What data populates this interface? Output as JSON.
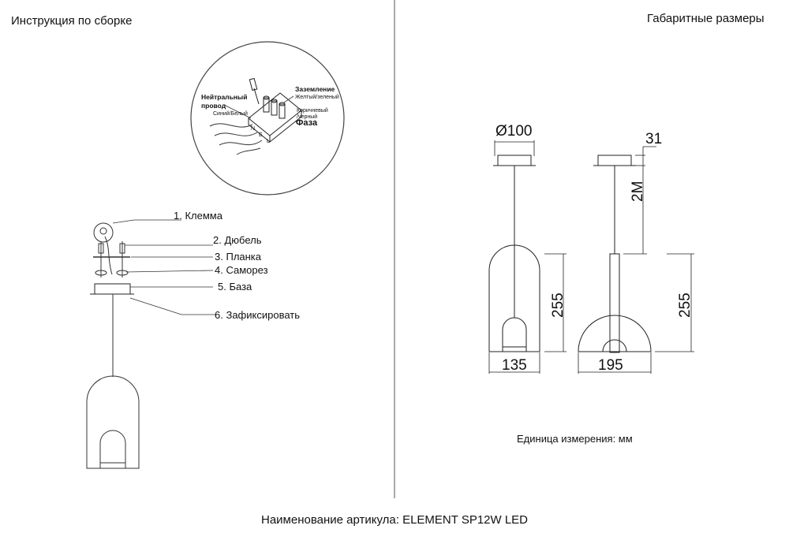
{
  "header": {
    "left_title": "Инструкция по сборке",
    "right_title": "Габаритные размеры"
  },
  "wiring_detail": {
    "neutral_label": "Нейтральный провод",
    "ground_label": "Заземление",
    "ground_colors": "Желтый/зеленый",
    "neutral_colors": "Синий/Белый",
    "phase_colors": "Коричневый /черный",
    "phase_label": "Фаза",
    "letters": [
      "N",
      "E",
      "L"
    ]
  },
  "parts": [
    {
      "num": "1",
      "label": "Клемма"
    },
    {
      "num": "2",
      "label": "Дюбель"
    },
    {
      "num": "3",
      "label": "Планка"
    },
    {
      "num": "4",
      "label": "Саморез"
    },
    {
      "num": "5",
      "label": "База"
    },
    {
      "num": "6",
      "label": "Зафиксировать"
    }
  ],
  "dimensions": {
    "canopy_diameter": "Ø100",
    "canopy_height": "31",
    "cable_length": "2M",
    "shade_height_front": "255",
    "shade_height_side": "255",
    "shade_width_front": "135",
    "shade_width_side": "195"
  },
  "units_note": "Единица измерения: мм",
  "footer": "Наименование артикула: ELEMENT SP12W LED"
}
